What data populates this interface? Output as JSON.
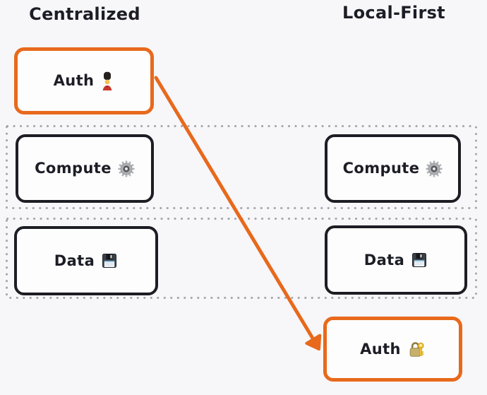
{
  "diagram": {
    "columns": {
      "left": {
        "title": "Centralized"
      },
      "right": {
        "title": "Local-First"
      }
    },
    "boxes": {
      "auth_centralized": {
        "label": "Auth",
        "icon": "guardsman",
        "accent": "orange",
        "column": "Centralized"
      },
      "compute_centralized": {
        "label": "Compute",
        "icon": "gear",
        "accent": "black",
        "column": "Centralized"
      },
      "data_centralized": {
        "label": "Data",
        "icon": "floppy-disk",
        "accent": "black",
        "column": "Centralized"
      },
      "compute_local": {
        "label": "Compute",
        "icon": "gear",
        "accent": "black",
        "column": "Local-First"
      },
      "data_local": {
        "label": "Data",
        "icon": "floppy-disk",
        "accent": "black",
        "column": "Local-First"
      },
      "auth_local": {
        "label": "Auth",
        "icon": "locked-with-key",
        "accent": "orange",
        "column": "Local-First"
      }
    },
    "arrow": {
      "from": "auth_centralized",
      "to": "auth_local",
      "color": "#e8691c"
    },
    "dotted_rows": [
      {
        "contains": [
          "compute_centralized",
          "compute_local"
        ]
      },
      {
        "contains": [
          "data_centralized",
          "data_local"
        ]
      }
    ],
    "colors": {
      "background": "#f7f7fa",
      "box_fill": "#fdfdfe",
      "stroke_black": "#1d1d24",
      "accent_orange": "#e8691c",
      "dotted_border": "#a4a4a8",
      "text": "#1d1d26"
    }
  }
}
